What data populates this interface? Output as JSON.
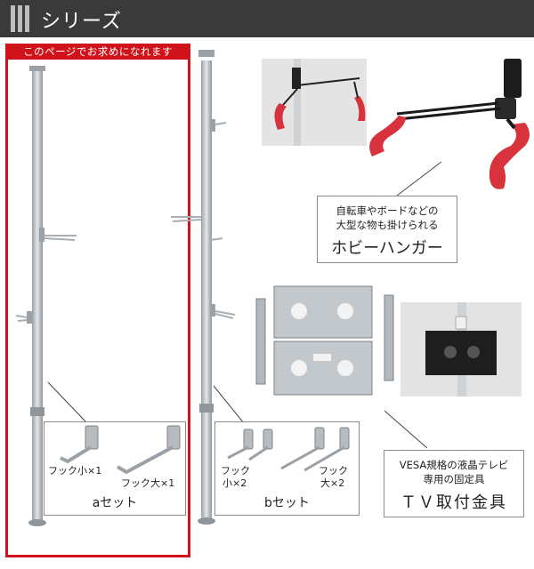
{
  "header": {
    "title": "シリーズ"
  },
  "highlight": {
    "label": "このページでお求めになれます"
  },
  "set_a": {
    "hook_small_label": "フック小×1",
    "hook_large_label": "フック大×1",
    "name": "aセット"
  },
  "set_b": {
    "hook_small_label_1": "フック",
    "hook_small_label_2": "小×2",
    "hook_large_label_1": "フック",
    "hook_large_label_2": "大×2",
    "name": "bセット"
  },
  "hobby_hanger": {
    "desc_line1": "自転車やボードなどの",
    "desc_line2": "大型な物も掛けられる",
    "name": "ホビーハンガー"
  },
  "tv_mount": {
    "desc_line1": "VESA規格の液晶テレビ",
    "desc_line2": "専用の固定具",
    "name": "ＴＶ取付金具"
  },
  "colors": {
    "header_bg": "#3a3a3a",
    "accent_red": "#d0121b",
    "hanger_red": "#d8323c",
    "pole_silver": "#c9cfd4"
  }
}
